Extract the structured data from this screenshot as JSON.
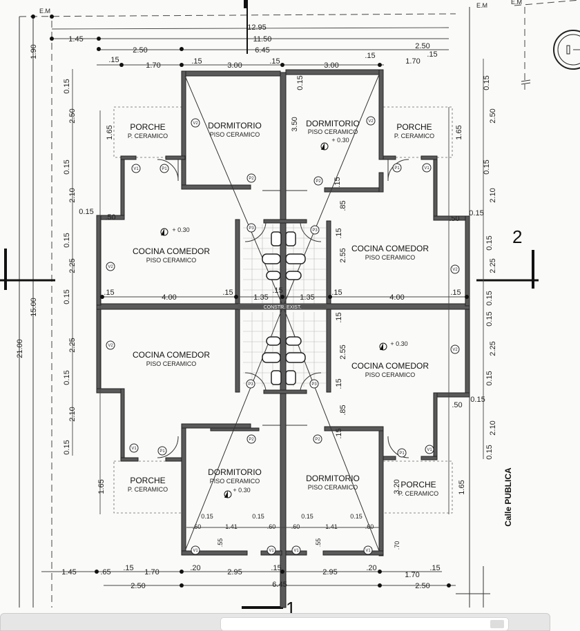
{
  "rooms": {
    "dormitorio": "DORMITORIO",
    "cocina": "COCINA COMEDOR",
    "porche": "PORCHE",
    "piso": "PISO CERAMICO",
    "p_ceramico": "P. CERAMICO",
    "level": "+ 0.30",
    "constr": "CONSTR. EXIST."
  },
  "tags": {
    "v1": "V1",
    "v2": "V2",
    "p1": "P1",
    "p2": "P2",
    "p3": "P3"
  },
  "markers": {
    "em": "E.M",
    "section1": "1",
    "section2": "2",
    "street": "Calle PUBLICA"
  },
  "dims": {
    "top": [
      "12.95",
      "11.50",
      "6.45",
      "1.45",
      "2.50",
      "2.50",
      ".15",
      "1.70",
      ".15",
      "3.00",
      ".15",
      "3.00",
      ".15",
      "1.70",
      ".15"
    ],
    "left": [
      "1.90",
      "0.15",
      "2.50",
      "1.65",
      "0.15",
      "2.10",
      "0.15",
      ".50",
      "0.15",
      "2.25",
      "0.15",
      "2.25",
      "0.15",
      "2.10",
      "0.15",
      "1.65",
      "15.00",
      "21.00"
    ],
    "right": [
      "0.15",
      "2.50",
      "1.65",
      "0.15",
      "2.10",
      ".50",
      "0.15",
      "0.15",
      "2.25",
      "0.15",
      "0.15",
      "2.25",
      "0.15",
      ".50",
      "0.15",
      "2.10",
      "0.15",
      "1.65",
      "3.20"
    ],
    "mid": [
      ".15",
      "4.00",
      ".15",
      "1.35",
      ".15",
      "1.35",
      ".15",
      "4.00",
      ".15",
      "2.55",
      "2.55",
      ".15",
      ".85",
      ".15",
      ".15",
      ".85",
      "3.50",
      "0.15",
      ".15",
      ".15"
    ],
    "bottom": [
      "1.45",
      ".65",
      ".15",
      "1.70",
      ".20",
      "2.95",
      ".15",
      "2.95",
      ".20",
      "1.70",
      ".15",
      "2.50",
      "6.45",
      "2.50"
    ],
    "small": [
      ".60",
      "1.41",
      ".60",
      ".60",
      "1.41",
      ".60",
      "0.15",
      "0.15",
      "0.15",
      "0.15",
      ".55",
      ".55",
      ".70"
    ]
  }
}
